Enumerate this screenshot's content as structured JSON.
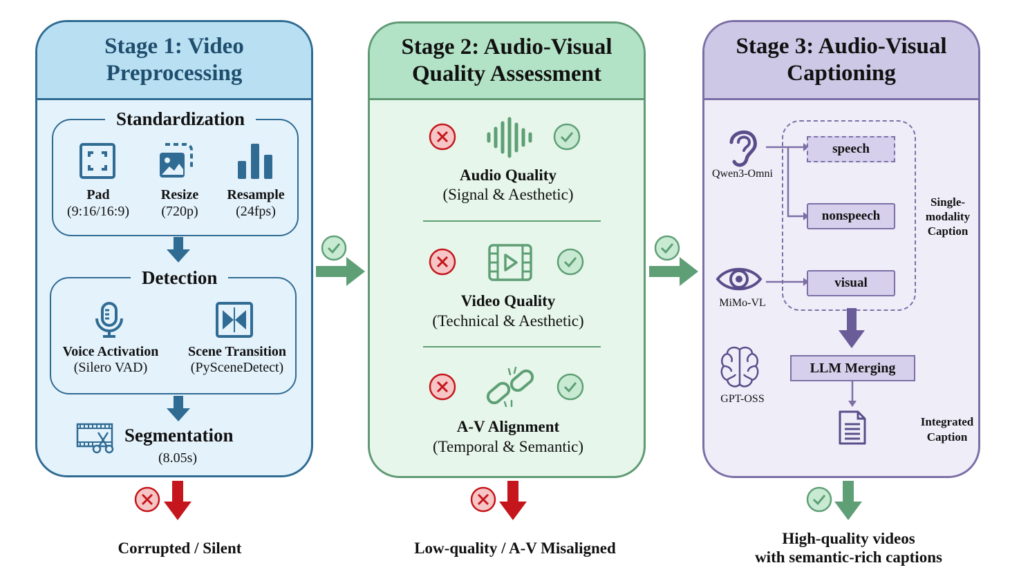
{
  "colors": {
    "stage1_head": "#b9e0f2",
    "stage1_body": "#e4f2fb",
    "stage1_border": "#2f6b93",
    "stage2_head": "#b3e3c6",
    "stage2_body": "#e6f6ea",
    "stage2_border": "#5f9a74",
    "stage3_head": "#cdc8e6",
    "stage3_body": "#efedf8",
    "stage3_border": "#7c6fa6",
    "reject": "#c4161c",
    "accept": "#5e9f75"
  },
  "stage1": {
    "title_line1": "Stage 1: Video",
    "title_line2": "Preprocessing",
    "standardization": {
      "title": "Standardization",
      "items": [
        {
          "label": "Pad",
          "detail": "(9:16/16:9)",
          "icon": "pad-frame-icon"
        },
        {
          "label": "Resize",
          "detail": "(720p)",
          "icon": "image-resize-icon"
        },
        {
          "label": "Resample",
          "detail": "(24fps)",
          "icon": "bar-chart-icon"
        }
      ]
    },
    "detection": {
      "title": "Detection",
      "items": [
        {
          "label": "Voice Activation",
          "detail": "(Silero VAD)",
          "icon": "microphone-icon"
        },
        {
          "label": "Scene Transition",
          "detail": "(PySceneDetect)",
          "icon": "scene-transition-icon"
        }
      ]
    },
    "segmentation": {
      "label": "Segmentation",
      "detail": "(8.05s)",
      "icon": "film-scissors-icon"
    },
    "rejected": "Corrupted / Silent"
  },
  "stage2": {
    "title_line1": "Stage 2: Audio-Visual",
    "title_line2": "Quality Assessment",
    "checks": [
      {
        "label": "Audio Quality",
        "detail": "(Signal & Aesthetic)",
        "icon": "waveform-icon"
      },
      {
        "label": "Video Quality",
        "detail": "(Technical & Aesthetic)",
        "icon": "video-play-icon"
      },
      {
        "label": "A-V Alignment",
        "detail": "(Temporal & Semantic)",
        "icon": "broken-chain-icon"
      }
    ],
    "rejected": "Low-quality / A-V Misaligned"
  },
  "stage3": {
    "title_line1": "Stage 3: Audio-Visual",
    "title_line2": "Captioning",
    "models": {
      "audio": "Qwen3-Omni",
      "visual": "MiMo-VL",
      "merge": "GPT-OSS"
    },
    "captions": {
      "speech": "speech",
      "nonspeech": "nonspeech",
      "visual": "visual"
    },
    "single_modality_line1": "Single-",
    "single_modality_line2": "modality",
    "single_modality_line3": "Caption",
    "merge_label": "LLM Merging",
    "integrated_line1": "Integrated",
    "integrated_line2": "Caption",
    "output_line1": "High-quality videos",
    "output_line2": "with semantic-rich captions"
  }
}
